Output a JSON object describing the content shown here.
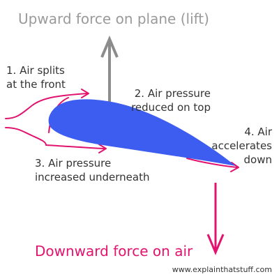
{
  "title": "Upward force on plane (lift)",
  "bottom_title": "Downward force on air",
  "steps": [
    {
      "line1": "1. Air splits",
      "line2": "at the front"
    },
    {
      "line1": "2. Air pressure",
      "line2": "reduced on top"
    },
    {
      "line1": "3. Air pressure",
      "line2": "increased underneath"
    },
    {
      "line1": "4. Air",
      "line2": "accelerates",
      "line3": "down"
    }
  ],
  "credit": "www.explainthatstuff.com",
  "colors": {
    "lift_text": "#9a9a9a",
    "lift_arrow": "#8c8c8c",
    "down": "#e2136e",
    "airflow": "#e2136e",
    "wing": "#3d5cf0",
    "text": "#333333"
  }
}
